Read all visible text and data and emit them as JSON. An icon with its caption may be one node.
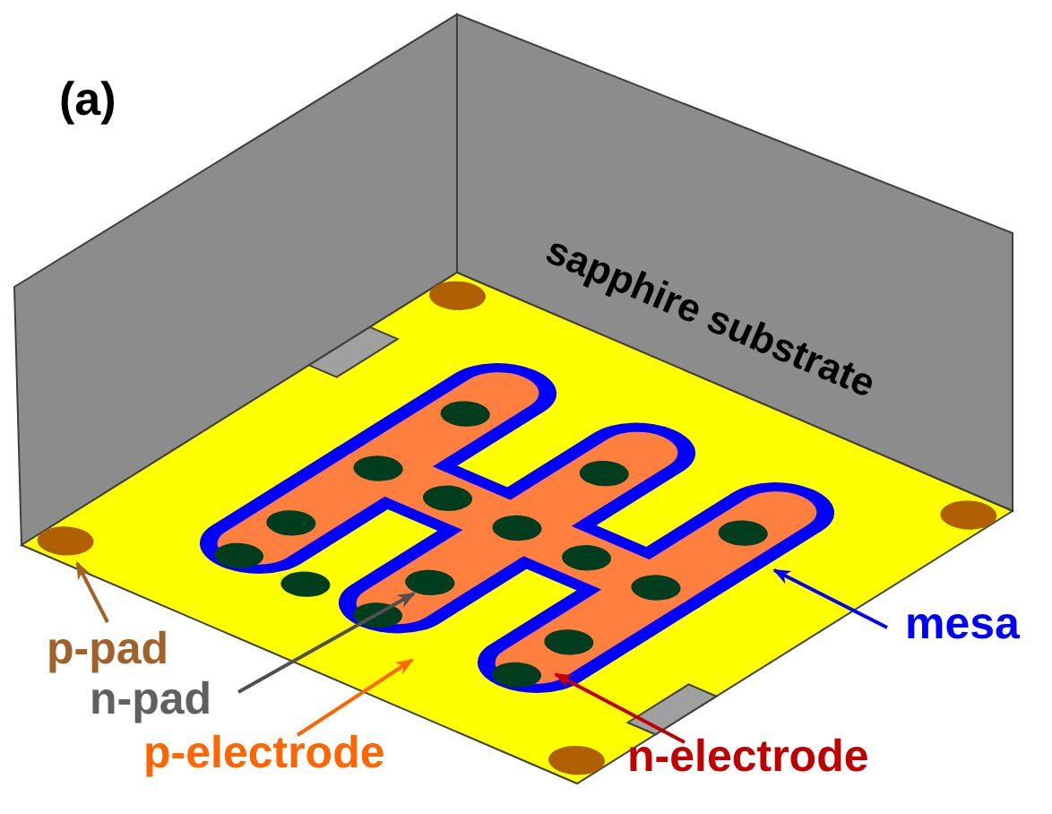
{
  "diagram": {
    "nodes": [
      {
        "text": [
          "p-pad"
        ]
      },
      {
        "text": [
          "n-pad"
        ]
      },
      {
        "text": [
          "p-electrode"
        ]
      },
      {
        "text": [
          "n-electrode"
        ]
      },
      {
        "text": [
          "mesa"
        ]
      },
      {
        "text": [],
        "shape": "circle"
      },
      {
        "text": [],
        "shape": "circle"
      }
    ],
    "edges": [
      {
        "from": 0,
        "to": 5,
        "arrow": "to",
        "color": "#a0612a"
      },
      {
        "from": 1,
        "to": 6,
        "arrow": "to",
        "color": "#505050"
      },
      {
        "from": 2,
        "to": null,
        "arrow": "to",
        "color": "#ff6600"
      },
      {
        "from": 3,
        "to": null,
        "arrow": "to",
        "color": "#c00000"
      },
      {
        "from": 4,
        "to": null,
        "arrow": "to",
        "color": "#0000ff"
      }
    ],
    "labels": [
      "(a)",
      "sapphire substrate"
    ]
  }
}
